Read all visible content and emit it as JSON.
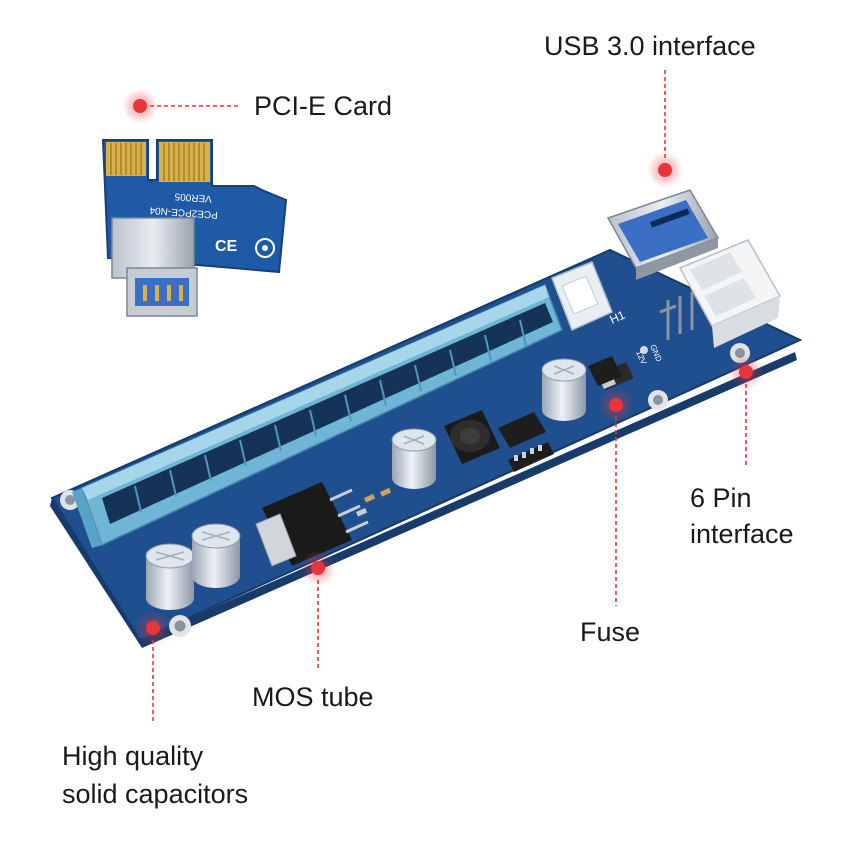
{
  "callouts": {
    "pcie_card": "PCI-E Card",
    "usb": "USB 3.0 interface",
    "six_pin_line1": "6 Pin",
    "six_pin_line2": "interface",
    "fuse": "Fuse",
    "mos": "MOS tube",
    "capacitors_line1": "High quality",
    "capacitors_line2": "solid capacitors"
  },
  "silkscreen": {
    "card_model": "PCE2PCE-N04",
    "card_version": "VER005",
    "card_ce": "CE",
    "board_h1": "H1"
  },
  "colors": {
    "pcb_blue": "#1f4f8f",
    "slot_blue": "#6fb5d6",
    "marker_red": "#e8353a",
    "gold": "#d9b14a"
  }
}
